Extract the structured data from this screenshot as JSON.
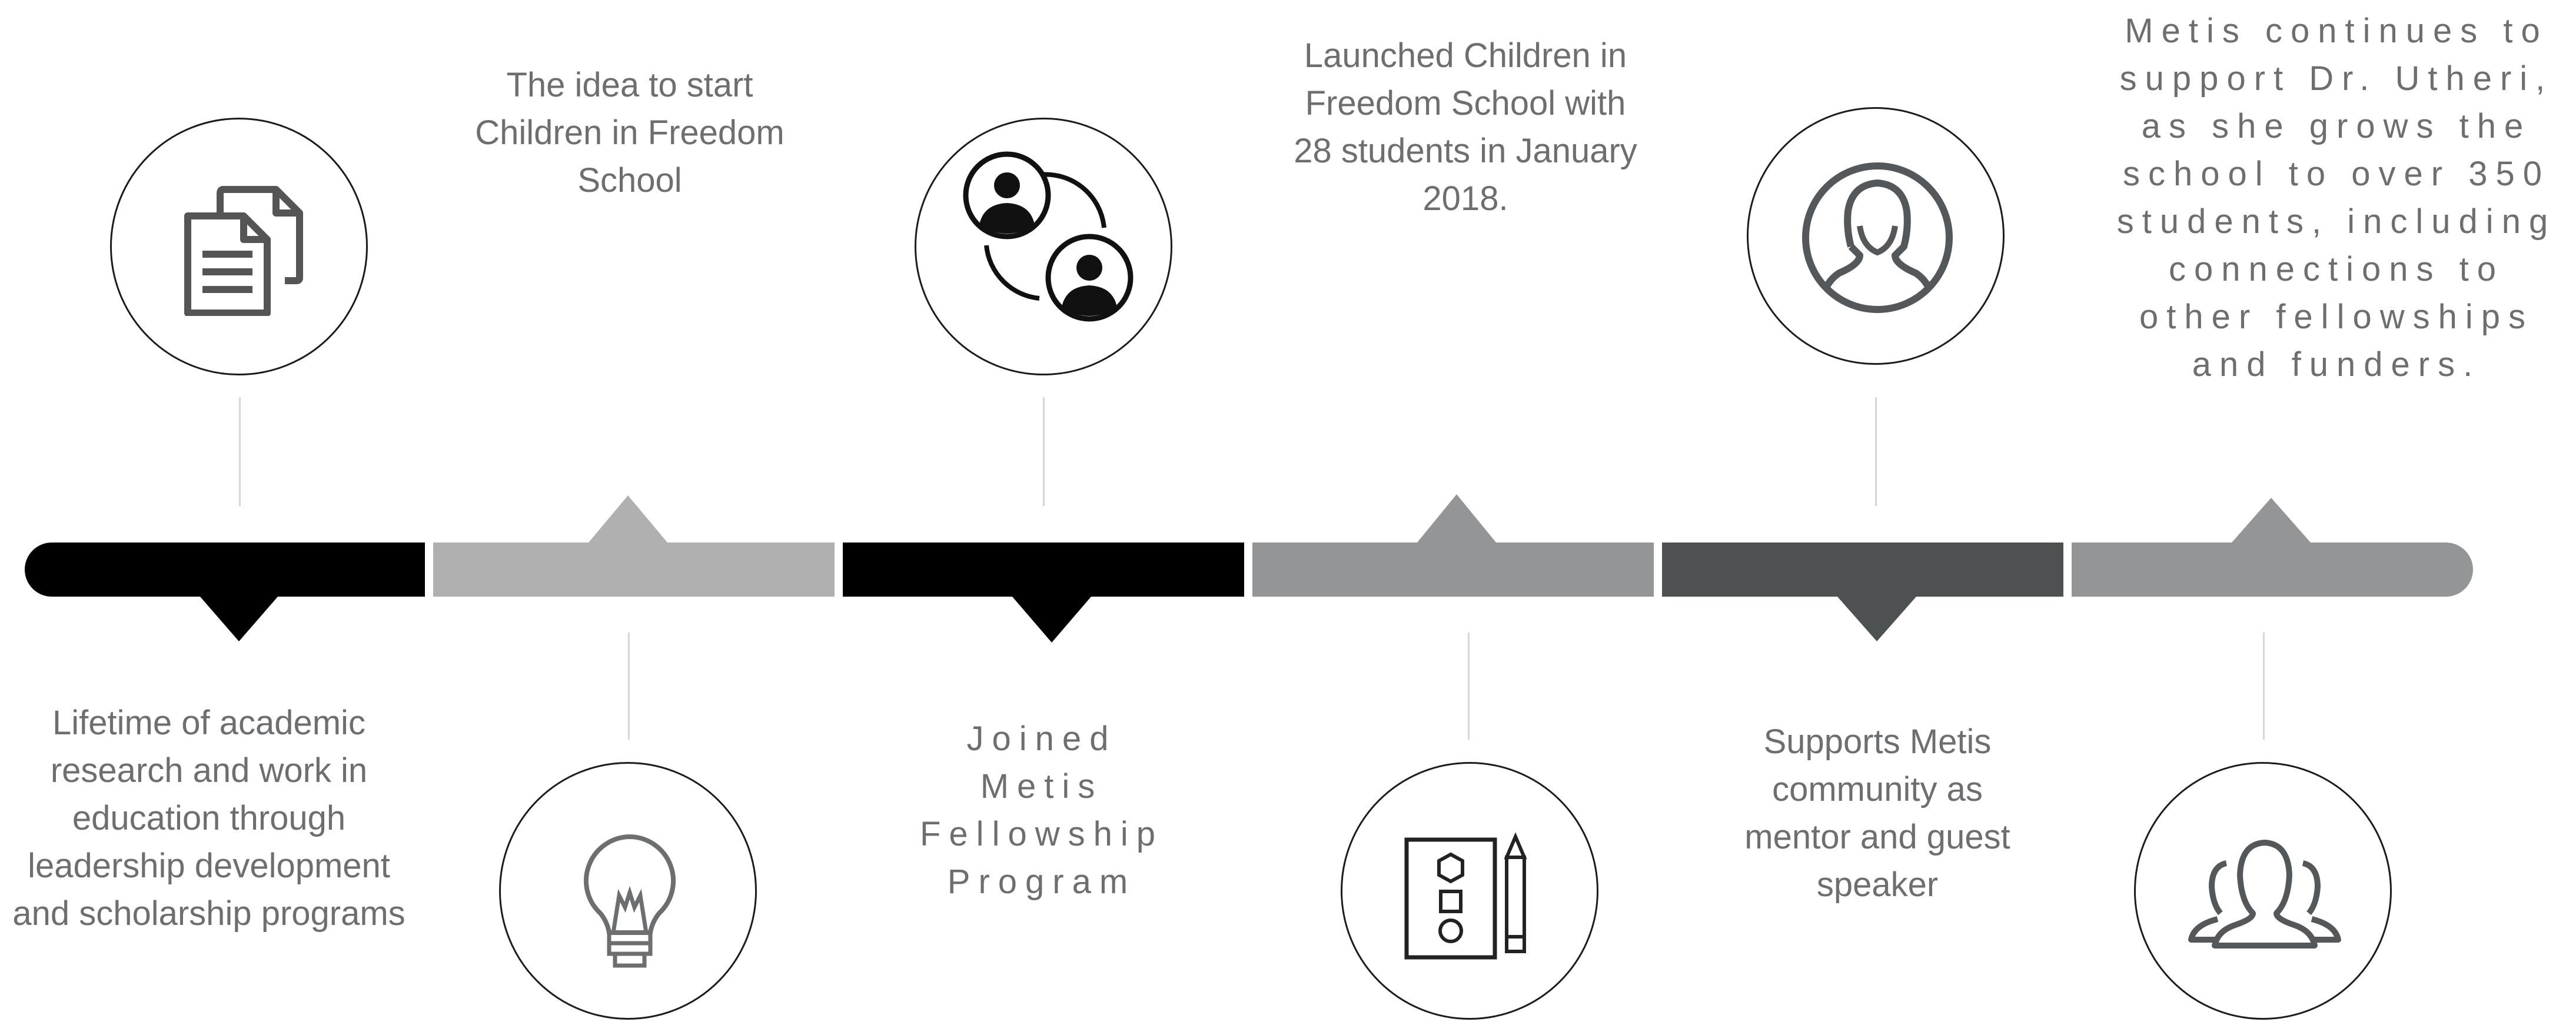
{
  "milestones": {
    "m1": "Lifetime of academic research and work in education through leadership development and scholarship programs",
    "m2": "The idea to start Children in Freedom School",
    "m3": "Joined Metis Fellowship Program",
    "m4": "Launched Children in Freedom School with 28 students in January 2018.",
    "m5": "Supports Metis community as mentor and guest speaker",
    "m6": "Metis continues to support Dr. Utheri, as she grows the school to over 350 students, including connections to other fellowships and funders."
  },
  "icons": [
    "documents-icon",
    "lightbulb-icon",
    "people-connected-icon",
    "shapes-pencil-icon",
    "woman-avatar-icon",
    "group-icon"
  ],
  "colors": {
    "seg1": "#000000",
    "seg2": "#b0b0b1",
    "seg3": "#000000",
    "seg4": "#939597",
    "seg5": "#4d5151",
    "seg6": "#939597",
    "text": "#6d6e70",
    "connector": "#d6d6d6"
  }
}
